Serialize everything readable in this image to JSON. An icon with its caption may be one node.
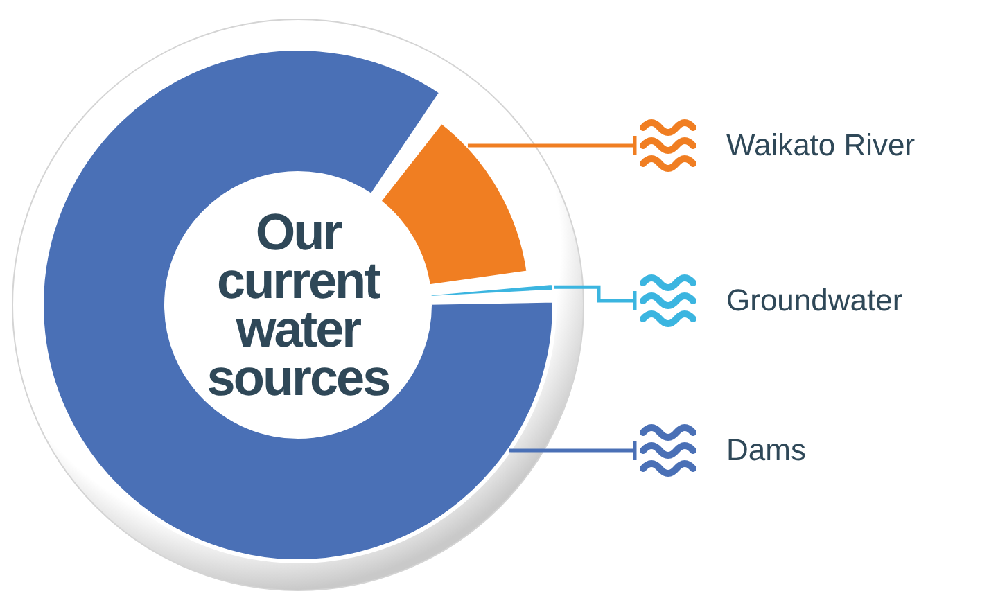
{
  "diagram": {
    "nodes": [
      {
        "text": [
          "Our current water sources"
        ]
      },
      {
        "text": [],
        "shape": "arc"
      },
      {
        "text": [],
        "shape": "arc"
      },
      {
        "text": [],
        "shape": "arc"
      },
      {
        "text": [
          "Waikato River"
        ]
      },
      {
        "text": [
          "Groundwater"
        ]
      },
      {
        "text": [
          "Dams"
        ]
      }
    ],
    "edges": [
      {
        "from": 1,
        "to": 4,
        "arrow": "other",
        "color": "#f07e22"
      },
      {
        "from": 2,
        "to": 5,
        "arrow": "other",
        "color": "#3bb5e0"
      },
      {
        "from": 3,
        "to": 6,
        "arrow": "other",
        "color": "#4a70b6"
      }
    ]
  }
}
